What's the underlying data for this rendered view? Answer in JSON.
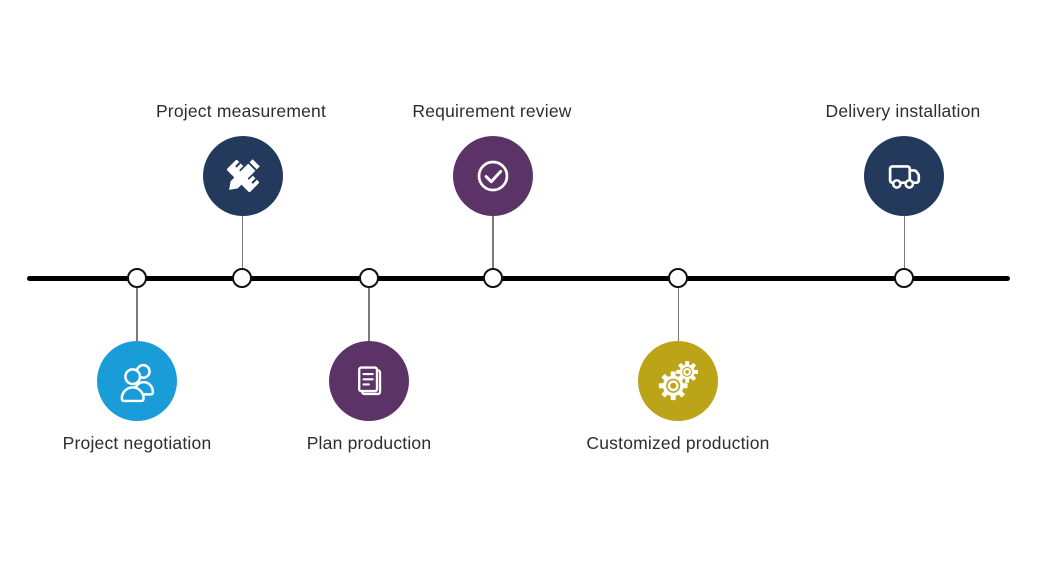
{
  "diagram": {
    "type": "process-timeline",
    "orientation": "horizontal",
    "step_count": 6
  },
  "steps": [
    {
      "label": "Project negotiation",
      "position": "below",
      "icon": "people-icon",
      "bubble_color": "#1a9cd8"
    },
    {
      "label": "Project measurement",
      "position": "above",
      "icon": "ruler-pencil-icon",
      "bubble_color": "#233a5c"
    },
    {
      "label": "Plan production",
      "position": "below",
      "icon": "document-icon",
      "bubble_color": "#5c3366"
    },
    {
      "label": "Requirement review",
      "position": "above",
      "icon": "check-icon",
      "bubble_color": "#5c3366"
    },
    {
      "label": "Customized production",
      "position": "below",
      "icon": "gears-icon",
      "bubble_color": "#bca418"
    },
    {
      "label": "Delivery installation",
      "position": "above",
      "icon": "truck-icon",
      "bubble_color": "#233a5c"
    }
  ],
  "colors": {
    "background": "#ffffff",
    "timeline_line": "#000000",
    "node_fill": "#ffffff",
    "node_border": "#111111",
    "connector_line": "#7a7a7a",
    "label_text": "#2d2d2d",
    "navy": "#233a5c",
    "blue": "#1a9cd8",
    "purple": "#5c3366",
    "gold": "#bca418",
    "icon_stroke": "#ffffff"
  }
}
